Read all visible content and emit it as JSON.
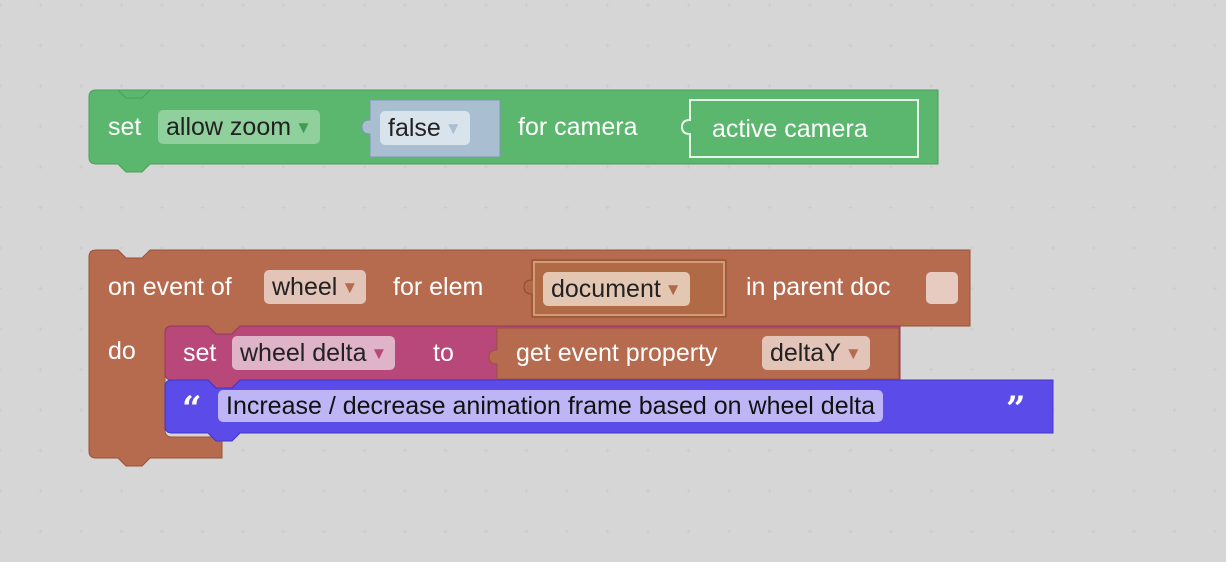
{
  "block_set_camera": {
    "set_label": "set",
    "property_dropdown": "allow zoom",
    "bool_value": "false",
    "for_camera_label": "for camera",
    "camera_value": "active camera"
  },
  "block_event": {
    "on_event_label": "on event of",
    "event_dropdown": "wheel",
    "for_elem_label": "for elem",
    "elem_dropdown": "document",
    "in_parent_label": "in parent doc",
    "do_label": "do"
  },
  "block_set_var": {
    "set_label": "set",
    "var_dropdown": "wheel delta",
    "to_label": "to",
    "get_prop_label": "get event property",
    "prop_dropdown": "deltaY"
  },
  "block_comment": {
    "open_quote": "“",
    "text": "Increase / decrease animation frame based on wheel delta",
    "close_quote": "”"
  },
  "icons": {
    "dropdown_arrow": "▼"
  },
  "colors": {
    "green_block": "#5bb66e",
    "green_dark": "#3f9e54",
    "blue_gray_block": "#a9bfd1",
    "brown_block": "#b66a4e",
    "brown_dark": "#9a533b",
    "magenta_block": "#b8477a",
    "purple_block": "#5b4be8"
  }
}
